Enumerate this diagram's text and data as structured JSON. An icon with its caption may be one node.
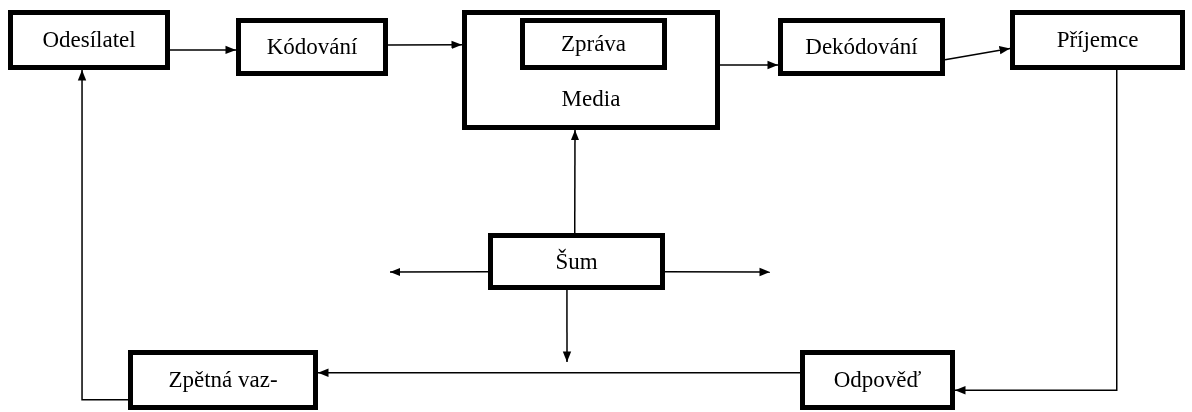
{
  "diagram": {
    "nodes": [
      {
        "text": [
          "Odesílatel"
        ]
      },
      {
        "text": [
          "Kódování"
        ]
      },
      {
        "text": [
          "Media"
        ]
      },
      {
        "text": [
          "Zpráva"
        ],
        "in": 2
      },
      {
        "text": [
          "Dekódování"
        ]
      },
      {
        "text": [
          "Příjemce"
        ]
      },
      {
        "text": [
          "Šum"
        ]
      },
      {
        "text": [
          "Zpětná vaz-"
        ]
      },
      {
        "text": [
          "Odpověď"
        ]
      }
    ],
    "edges": [
      {
        "from": 0,
        "to": 1,
        "arrow": "to"
      },
      {
        "from": 1,
        "to": 2,
        "arrow": "to"
      },
      {
        "from": 2,
        "to": 4,
        "arrow": "to"
      },
      {
        "from": 4,
        "to": 5,
        "arrow": "to"
      },
      {
        "from": 6,
        "to": 2,
        "arrow": "to"
      },
      {
        "from": 6,
        "to": null,
        "arrow": "to"
      },
      {
        "from": 6,
        "to": null,
        "arrow": "to"
      },
      {
        "from": 6,
        "to": null,
        "arrow": "to"
      },
      {
        "from": 8,
        "to": 7,
        "arrow": "to"
      },
      {
        "from": 7,
        "to": 0,
        "arrow": "to"
      },
      {
        "from": 5,
        "to": 8,
        "arrow": "to"
      }
    ]
  }
}
